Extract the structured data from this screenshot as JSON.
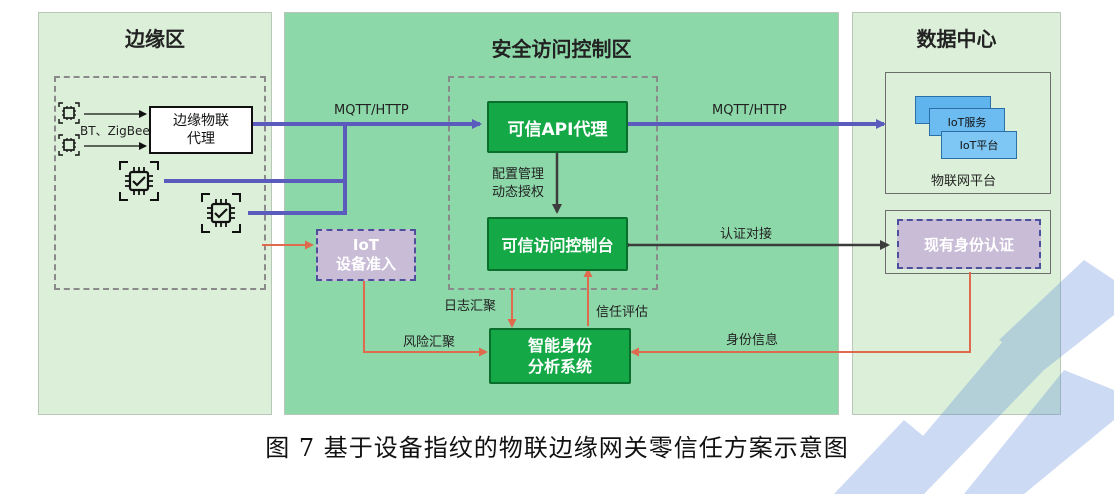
{
  "zones": {
    "edge": {
      "title": "边缘区",
      "bg": "#dcf0d9"
    },
    "security": {
      "title": "安全访问控制区",
      "bg": "#8dd8a9"
    },
    "datacenter": {
      "title": "数据中心",
      "bg": "#dcf0d9"
    }
  },
  "edge": {
    "protocol_label": "BT、ZigBee",
    "proxy_box": "边缘物联\n代理"
  },
  "security": {
    "api_proxy": "可信API代理",
    "access_console": "可信访问控制台",
    "iot_admission": "IoT\n设备准入",
    "analysis_system": "智能身份\n分析系统",
    "config_label": "配置管理\n动态授权",
    "log_label": "日志汇聚",
    "trust_label": "信任评估",
    "risk_label": "风险汇聚"
  },
  "datacenter": {
    "iot_service": "IoT服务",
    "iot_platform": "IoT平台",
    "platform_title": "物联网平台",
    "identity_auth": "现有身份认证"
  },
  "connections": {
    "mqtt_left": "MQTT/HTTP",
    "mqtt_right": "MQTT/HTTP",
    "auth_link": "认证对接",
    "identity_info": "身份信息"
  },
  "colors": {
    "blue_line": "#5a5bbd",
    "red_line": "#e06a4e",
    "dark_line": "#3c3c3c",
    "green_box": "#14a846",
    "lavender_box": "#c8bcd6",
    "iot_card": "#5fb4ee"
  },
  "caption": "图 7 基于设备指纹的物联边缘网关零信任方案示意图"
}
